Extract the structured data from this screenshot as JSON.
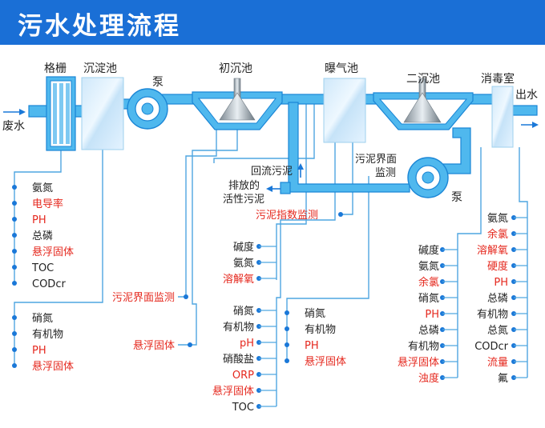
{
  "title": "污水处理流程",
  "colors": {
    "accent": "#1a6fd6",
    "pipe": "#4fb8ee",
    "pipe_edge": "#1a86d6",
    "tank_fill": "#d4ecfa",
    "line": "#4fa6e0",
    "dot": "#1a78d8",
    "red": "#e5281e",
    "text": "#222222"
  },
  "units": {
    "grille": "格栅",
    "sedimentation": "沉淀池",
    "pump1": "泵",
    "primary": "初沉池",
    "aeration": "曝气池",
    "secondary": "二沉池",
    "disinfection": "消毒室",
    "pump2": "泵"
  },
  "flow": {
    "inlet": "废水",
    "outlet": "出水",
    "return_sludge": "回流污泥",
    "discharge_line1": "排放的",
    "discharge_line2": "活性污泥",
    "sludge_interface_line1": "污泥界面",
    "sludge_interface_line2": "监测"
  },
  "groups": {
    "g1": [
      {
        "t": "氨氮",
        "red": false
      },
      {
        "t": "电导率",
        "red": true
      },
      {
        "t": "PH",
        "red": true
      },
      {
        "t": "总磷",
        "red": false
      },
      {
        "t": "悬浮固体",
        "red": true
      },
      {
        "t": "TOC",
        "red": false
      },
      {
        "t": "CODcr",
        "red": false
      }
    ],
    "g2": [
      {
        "t": "硝氮",
        "red": false
      },
      {
        "t": "有机物",
        "red": false
      },
      {
        "t": "PH",
        "red": true
      },
      {
        "t": "悬浮固体",
        "red": true
      }
    ],
    "g3": [
      {
        "t": "污泥界面监测",
        "red": true
      }
    ],
    "g4": [
      {
        "t": "悬浮固体",
        "red": true
      }
    ],
    "g5": [
      {
        "t": "碱度",
        "red": false
      },
      {
        "t": "氨氮",
        "red": false
      },
      {
        "t": "溶解氧",
        "red": true
      }
    ],
    "g6": [
      {
        "t": "硝氮",
        "red": false
      },
      {
        "t": "有机物",
        "red": false
      },
      {
        "t": "pH",
        "red": true
      },
      {
        "t": "硝酸盐",
        "red": false
      },
      {
        "t": "ORP",
        "red": true
      },
      {
        "t": "悬浮固体",
        "red": true
      },
      {
        "t": "TOC",
        "red": false
      }
    ],
    "g7": [
      {
        "t": "污泥指数监测",
        "red": true
      }
    ],
    "g8": [
      {
        "t": "硝氮",
        "red": false
      },
      {
        "t": "有机物",
        "red": false
      },
      {
        "t": "PH",
        "red": true
      },
      {
        "t": "悬浮固体",
        "red": true
      }
    ],
    "g9": [
      {
        "t": "碱度",
        "red": false
      },
      {
        "t": "氨氮",
        "red": false
      },
      {
        "t": "余氯",
        "red": true
      },
      {
        "t": "硝氮",
        "red": false
      },
      {
        "t": "PH",
        "red": true
      },
      {
        "t": "总磷",
        "red": false
      },
      {
        "t": "有机物",
        "red": false
      },
      {
        "t": "悬浮固体",
        "red": true
      },
      {
        "t": "浊度",
        "red": true
      }
    ],
    "g10": [
      {
        "t": "氨氮",
        "red": false
      },
      {
        "t": "余氯",
        "red": true
      },
      {
        "t": "溶解氧",
        "red": true
      },
      {
        "t": "硬度",
        "red": true
      },
      {
        "t": "PH",
        "red": true
      },
      {
        "t": "总磷",
        "red": false
      },
      {
        "t": "有机物",
        "red": false
      },
      {
        "t": "总氮",
        "red": false
      },
      {
        "t": "CODcr",
        "red": false
      },
      {
        "t": "流量",
        "red": true
      },
      {
        "t": "氟",
        "red": false
      }
    ]
  }
}
